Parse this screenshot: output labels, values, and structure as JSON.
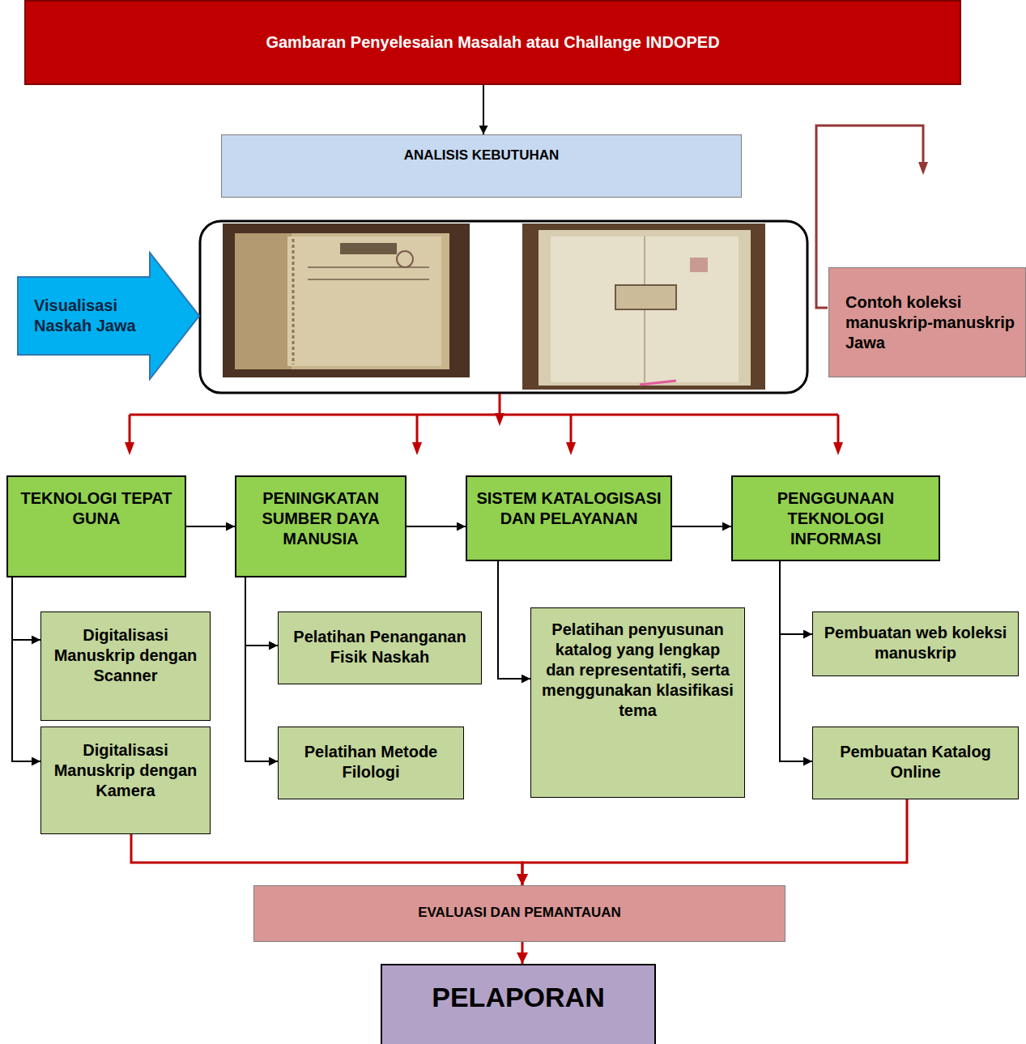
{
  "diagram": {
    "nodes": [
      {
        "text": [
          "Gambaran Penyelesaian Masalah atau Challange INDOPED"
        ]
      },
      {
        "text": [
          "ANALISIS KEBUTUHAN"
        ]
      },
      {
        "text": [
          "Visualisasi Naskah Jawa"
        ]
      },
      {
        "text": [
          "Contoh koleksi manuskrip-manuskrip Jawa"
        ]
      },
      {
        "text": [
          "TEKNOLOGI TEPAT GUNA"
        ]
      },
      {
        "text": [
          "PENINGKATAN SUMBER DAYA MANUSIA"
        ]
      },
      {
        "text": [
          "SISTEM KATALOGISASI DAN PELAYANAN"
        ]
      },
      {
        "text": [
          "PENGGUNAAN TEKNOLOGI INFORMASI"
        ]
      },
      {
        "text": [
          "Digitalisasi Manuskrip dengan Scanner"
        ]
      },
      {
        "text": [
          "Digitalisasi Manuskrip dengan Kamera"
        ]
      },
      {
        "text": [
          "Pelatihan Penanganan Fisik Naskah"
        ]
      },
      {
        "text": [
          "Pelatihan Metode Filologi"
        ]
      },
      {
        "text": [
          "Pelatihan penyusunan katalog yang lengkap dan representatifi, serta menggunakan klasifikasi tema"
        ]
      },
      {
        "text": [
          "Pembuatan web koleksi manuskrip"
        ]
      },
      {
        "text": [
          "Pembuatan Katalog Online"
        ]
      },
      {
        "text": [
          "EVALUASI DAN PEMANTAUAN"
        ]
      },
      {
        "text": [
          "PELAPORAN"
        ]
      }
    ],
    "edges": [
      {
        "from": 0,
        "to": 1,
        "arrow": "to"
      },
      {
        "from": 4,
        "to": 5,
        "arrow": "to"
      },
      {
        "from": 5,
        "to": 6,
        "arrow": "to"
      },
      {
        "from": 6,
        "to": 7,
        "arrow": "to"
      },
      {
        "from": 4,
        "to": 8,
        "arrow": "to"
      },
      {
        "from": 4,
        "to": 9,
        "arrow": "to"
      },
      {
        "from": 5,
        "to": 10,
        "arrow": "to"
      },
      {
        "from": 5,
        "to": 11,
        "arrow": "to"
      },
      {
        "from": 6,
        "to": 12,
        "arrow": "to"
      },
      {
        "from": 7,
        "to": 13,
        "arrow": "to"
      },
      {
        "from": 7,
        "to": 14,
        "arrow": "to"
      },
      {
        "from": 9,
        "to": 15,
        "arrow": "to"
      },
      {
        "from": 14,
        "to": 15,
        "arrow": "to"
      },
      {
        "from": 15,
        "to": 16,
        "arrow": "to"
      }
    ]
  }
}
